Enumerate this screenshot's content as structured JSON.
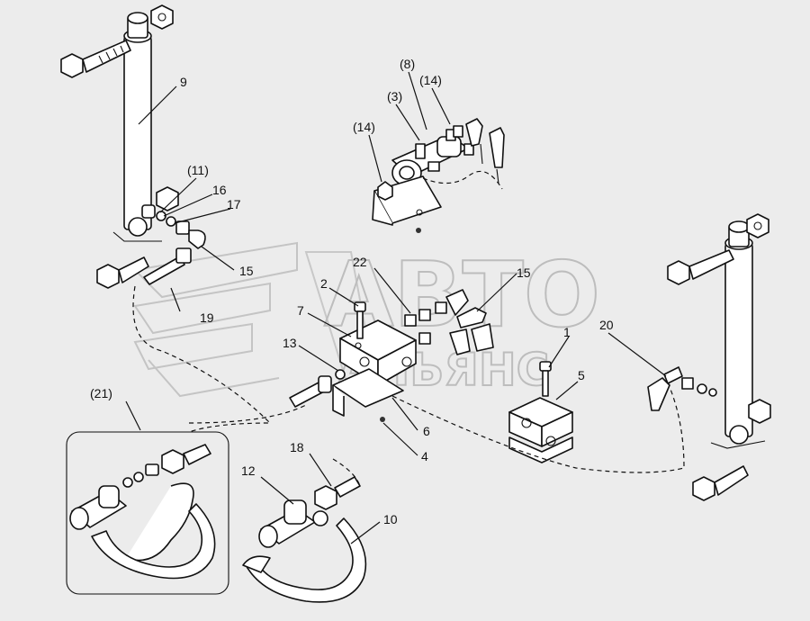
{
  "watermark": {
    "line1": "АВТО",
    "line2": "АЛЬЯНС"
  },
  "callouts": [
    {
      "id": "c9",
      "text": "9"
    },
    {
      "id": "c8",
      "text": "(8)"
    },
    {
      "id": "c3",
      "text": "(3)"
    },
    {
      "id": "c14a",
      "text": "(14)"
    },
    {
      "id": "c14b",
      "text": "(14)"
    },
    {
      "id": "c11",
      "text": "(11)"
    },
    {
      "id": "c16",
      "text": "16"
    },
    {
      "id": "c17",
      "text": "17"
    },
    {
      "id": "c15a",
      "text": "15"
    },
    {
      "id": "c22",
      "text": "22"
    },
    {
      "id": "c15b",
      "text": "15"
    },
    {
      "id": "c2",
      "text": "2"
    },
    {
      "id": "c7",
      "text": "7"
    },
    {
      "id": "c19",
      "text": "19"
    },
    {
      "id": "c13",
      "text": "13"
    },
    {
      "id": "c1",
      "text": "1"
    },
    {
      "id": "c20",
      "text": "20"
    },
    {
      "id": "c5",
      "text": "5"
    },
    {
      "id": "c21",
      "text": "(21)"
    },
    {
      "id": "c6",
      "text": "6"
    },
    {
      "id": "c4",
      "text": "4"
    },
    {
      "id": "c18",
      "text": "18"
    },
    {
      "id": "c12",
      "text": "12"
    },
    {
      "id": "c10",
      "text": "10"
    }
  ]
}
